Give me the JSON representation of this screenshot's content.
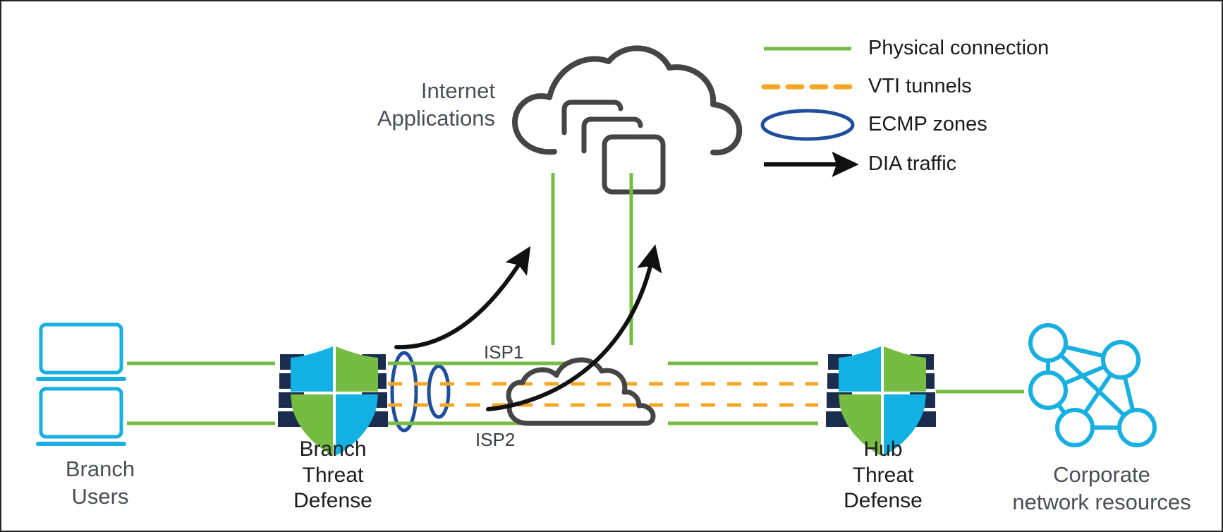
{
  "diagram": {
    "title": "Branch to Hub Threat Defense SD-WAN topology",
    "colors": {
      "physical_connection": "#76bc43",
      "vti_tunnel": "#f5a623",
      "ecmp_zone": "#1f4e9c",
      "dia_traffic": "#111111",
      "device_cyan": "#12b0e3",
      "device_green": "#76bc43",
      "device_navy": "#1b2d4f",
      "cloud_outline": "#4a4a4a",
      "text": "#3a3f47"
    }
  },
  "legend": {
    "items": [
      {
        "id": "physical-connection",
        "label": "Physical connection",
        "style": "solid-line",
        "color": "#76bc43"
      },
      {
        "id": "vti-tunnels",
        "label": "VTI tunnels",
        "style": "dashed-line",
        "color": "#f5a623"
      },
      {
        "id": "ecmp-zones",
        "label": "ECMP zones",
        "style": "ellipse",
        "color": "#1f4e9c"
      },
      {
        "id": "dia-traffic",
        "label": "DIA traffic",
        "style": "arrow",
        "color": "#111111"
      }
    ]
  },
  "nodes": {
    "branch_users": {
      "label": "Branch\nUsers",
      "icon": "laptops-icon",
      "count": 2
    },
    "branch_threat_defense": {
      "label": "Branch\nThreat\nDefense",
      "icon": "shield-firewall-icon"
    },
    "internet_applications": {
      "label": "Internet\nApplications",
      "icon": "cloud-applications-icon"
    },
    "isp_cloud": {
      "label": "",
      "icon": "isp-cloud-icon"
    },
    "hub_threat_defense": {
      "label": "Hub\nThreat\nDefense",
      "icon": "shield-firewall-icon"
    },
    "corporate_resources": {
      "label": "Corporate\nnetwork resources",
      "icon": "network-mesh-icon"
    }
  },
  "links": {
    "isp1": "ISP1",
    "isp2": "ISP2"
  }
}
